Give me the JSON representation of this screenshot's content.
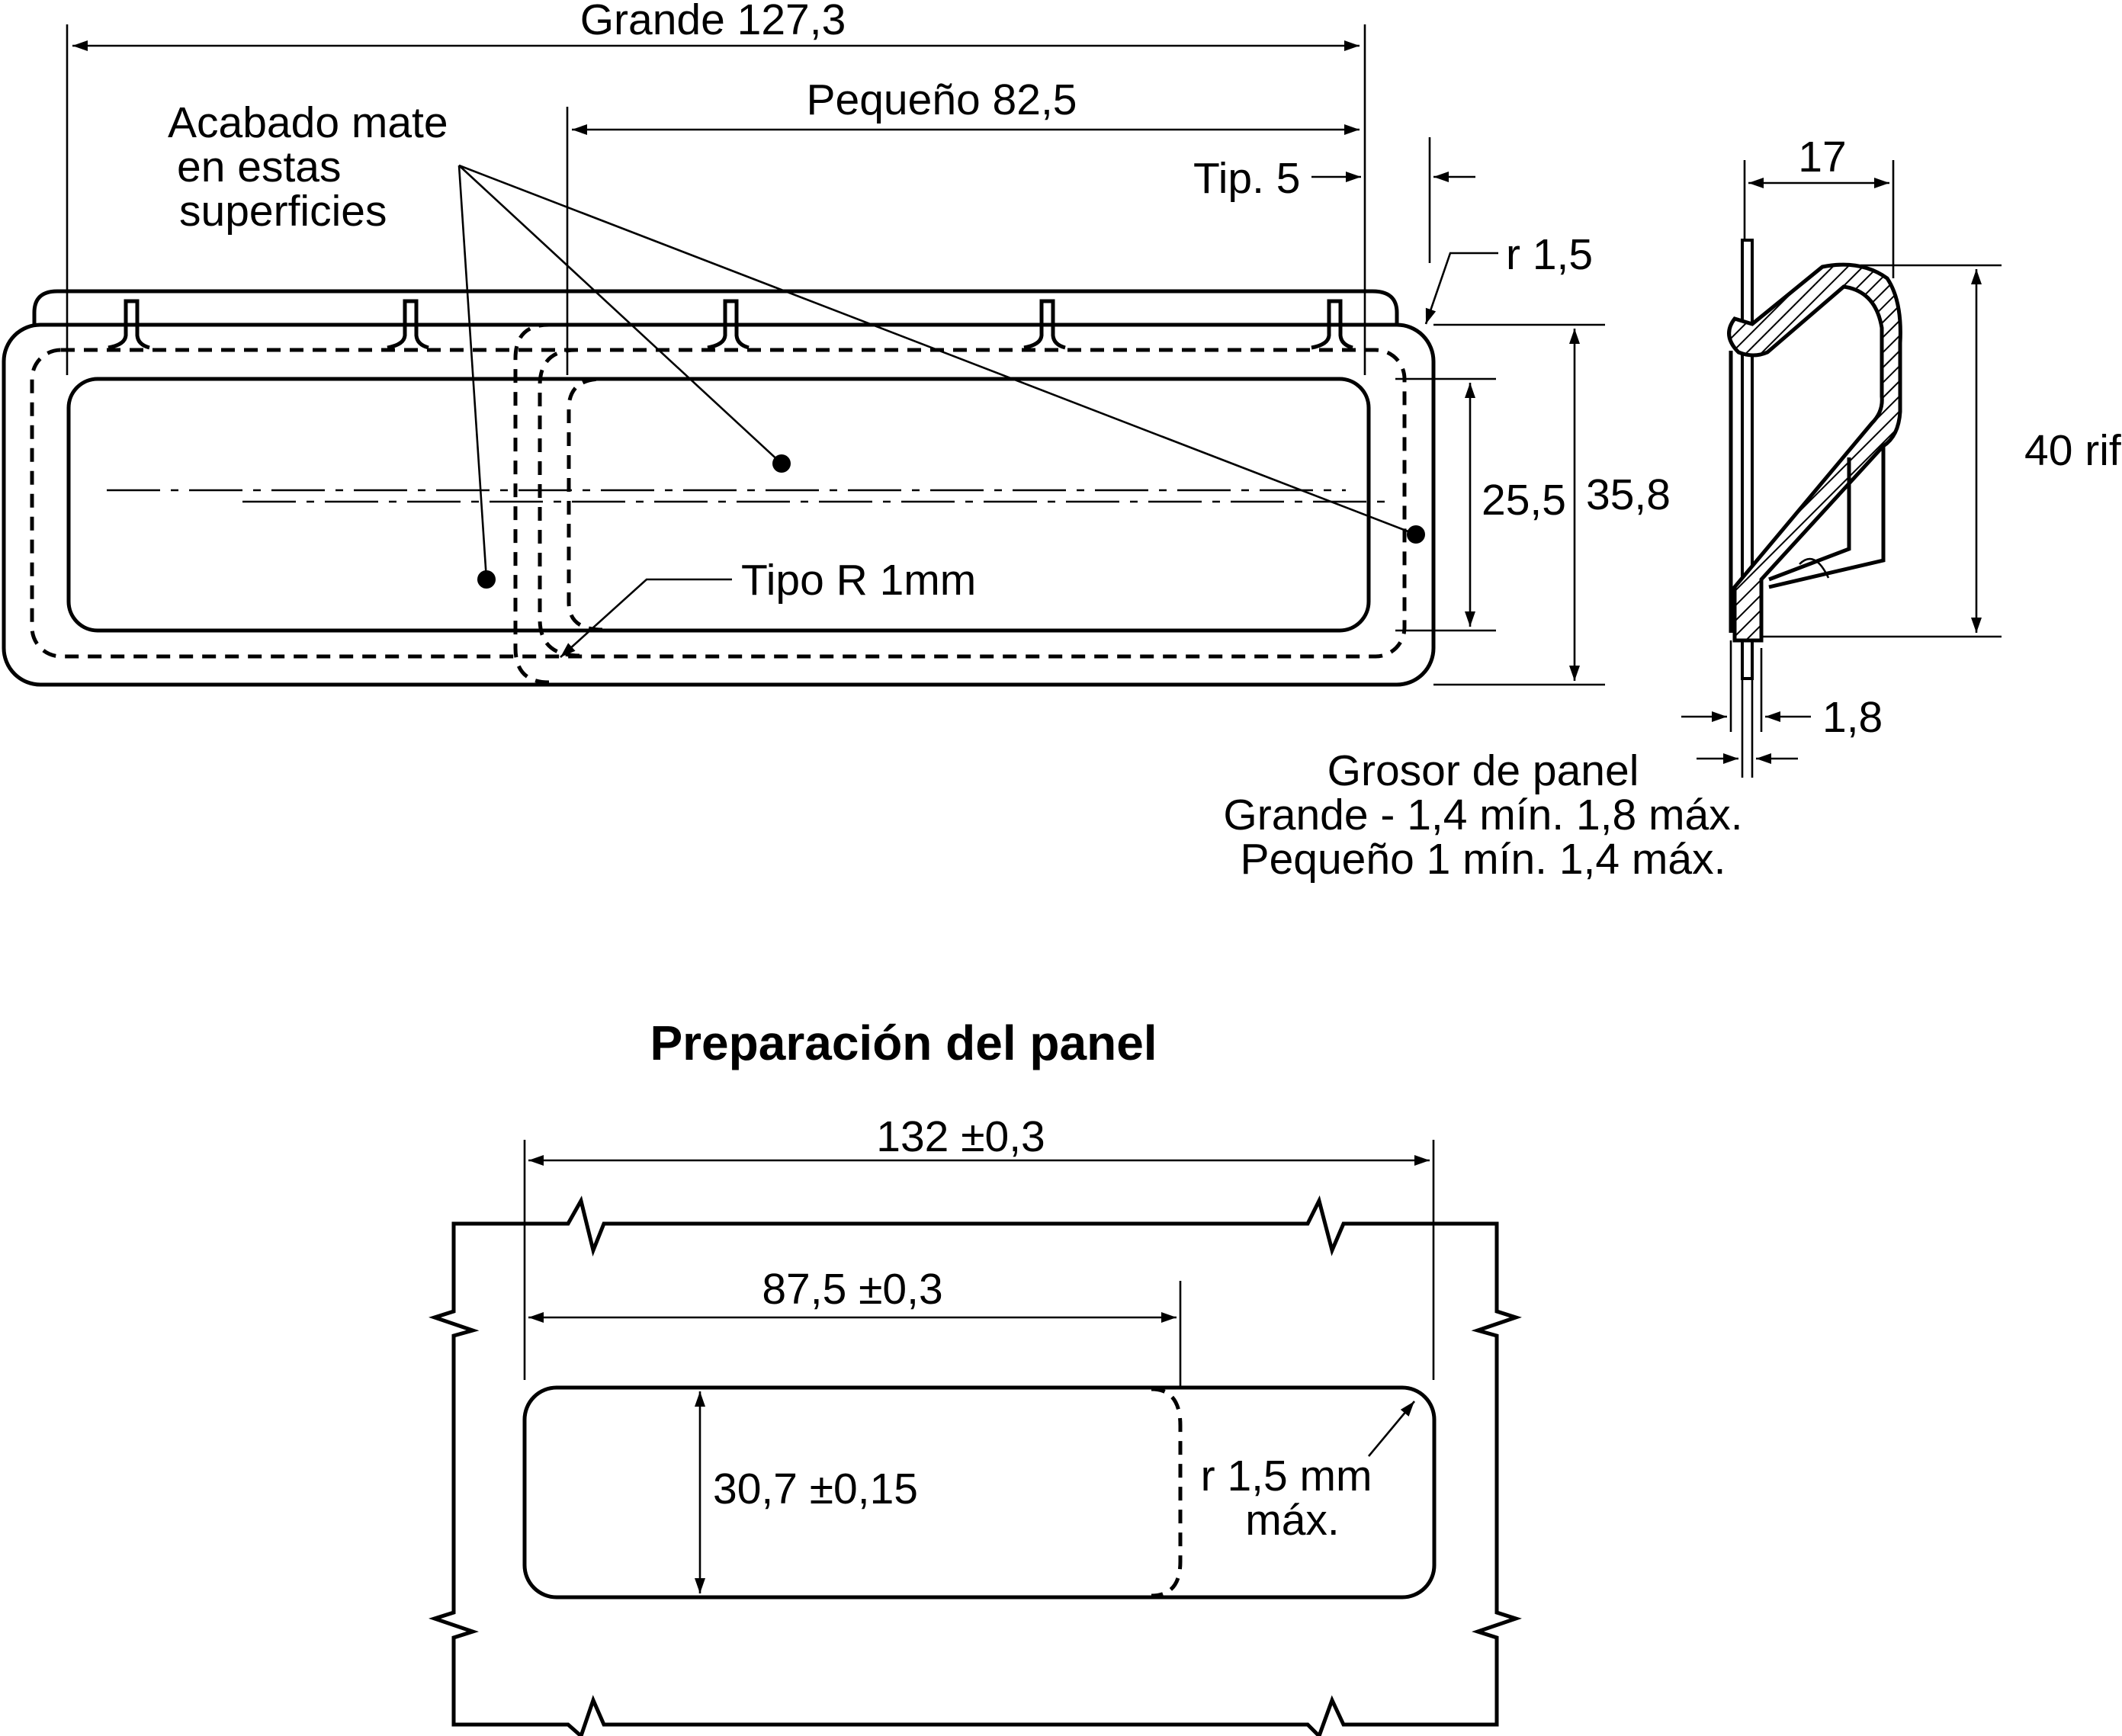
{
  "top_view": {
    "dim_grande": "Grande 127,3",
    "dim_pequeno": "Pequeño 82,5",
    "dim_tip": "Tip. 5",
    "dim_radius": "r 1,5",
    "dim_height_inner": "25,5",
    "dim_height_outer": "35,8",
    "note_finish": [
      "Acabado mate",
      "en estas",
      "superficies"
    ],
    "note_radius": "Tipo R 1mm"
  },
  "side_view": {
    "dim_depth": "17",
    "dim_height": "40 rif.",
    "dim_thickness": "1,8",
    "panel_thickness_title": "Grosor de panel",
    "panel_thickness_large": "Grande - 1,4 mín. 1,8 máx.",
    "panel_thickness_small": "Pequeño 1 mín. 1,4 máx."
  },
  "panel_prep": {
    "title": "Preparación del panel",
    "dim_width_large": "132 ±0,3",
    "dim_width_small": "87,5 ±0,3",
    "dim_height": "30,7 ±0,15",
    "radius_note": [
      "r 1,5 mm",
      "máx."
    ]
  }
}
